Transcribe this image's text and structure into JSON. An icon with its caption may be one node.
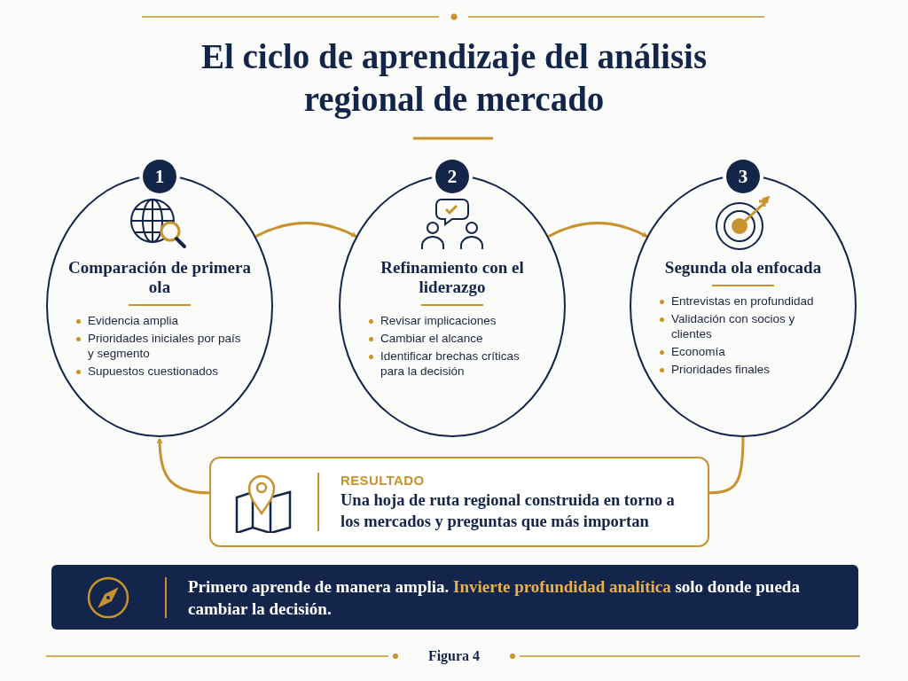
{
  "diagram": {
    "title": "El ciclo de aprendizaje del análisis regional de mercado",
    "caption": "Figura 4",
    "nodes": [
      {
        "text": [
          "1",
          "Comparación de primera ola",
          "Evidencia amplia",
          "Prioridades iniciales por país y segmento",
          "Supuestos cuestionados"
        ]
      },
      {
        "text": [
          "2",
          "Refinamiento con el liderazgo",
          "Revisar implicaciones",
          "Cambiar el alcance",
          "Identificar brechas críticas para la decisión"
        ]
      },
      {
        "text": [
          "3",
          "Segunda ola enfocada",
          "Entrevistas en profundidad",
          "Validación con socios y clientes",
          "Economía",
          "Prioridades finales"
        ]
      },
      {
        "text": [
          "RESULTADO",
          "Una hoja de ruta regional construida en torno a los mercados y preguntas que más importan"
        ]
      },
      {
        "text": [
          "Primero aprende de manera amplia. **Invierte profundidad analítica** solo donde pueda cambiar la decisión."
        ]
      }
    ],
    "edges": [
      {
        "from": 0,
        "to": 1,
        "arrow": "to"
      },
      {
        "from": 1,
        "to": 2,
        "arrow": "to"
      },
      {
        "from": 2,
        "to": 3,
        "arrow": "none"
      },
      {
        "from": 3,
        "to": 0,
        "arrow": "to"
      }
    ]
  }
}
